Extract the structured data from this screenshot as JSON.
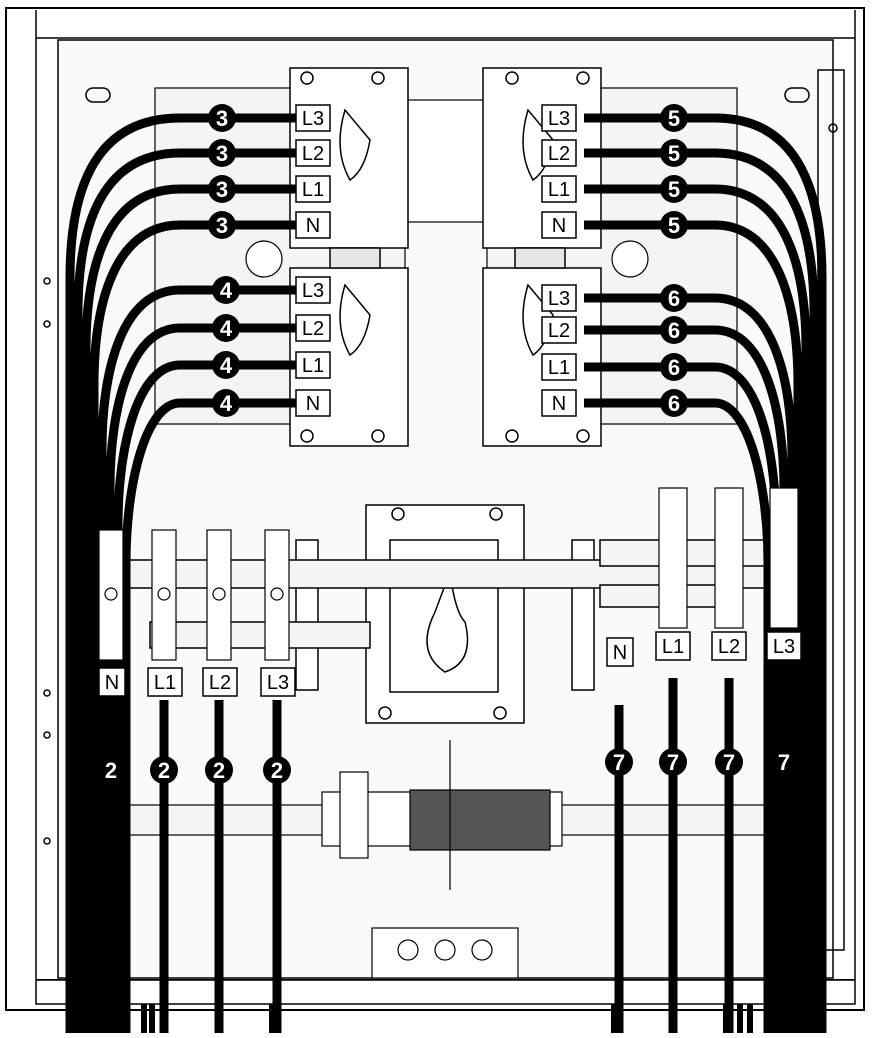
{
  "diagram": {
    "breaker_groups": [
      {
        "id": "top-left",
        "cable_number": "3",
        "terminals": [
          "L3",
          "L2",
          "L1",
          "N"
        ]
      },
      {
        "id": "mid-left",
        "cable_number": "4",
        "terminals": [
          "L3",
          "L2",
          "L1",
          "N"
        ]
      },
      {
        "id": "top-right",
        "cable_number": "5",
        "terminals": [
          "L3",
          "L2",
          "L1",
          "N"
        ]
      },
      {
        "id": "mid-right",
        "cable_number": "6",
        "terminals": [
          "L3",
          "L2",
          "L1",
          "N"
        ]
      }
    ],
    "bottom_left": {
      "cable_number": "2",
      "terminals": [
        "N",
        "L1",
        "L2",
        "L3"
      ]
    },
    "bottom_right": {
      "cable_number": "7",
      "terminals": [
        "N",
        "L1",
        "L2",
        "L3"
      ]
    },
    "colors": {
      "line": "#000000",
      "fill": "#ffffff",
      "panel": "#f2f2f2",
      "accent": "#d9d9d9"
    }
  }
}
